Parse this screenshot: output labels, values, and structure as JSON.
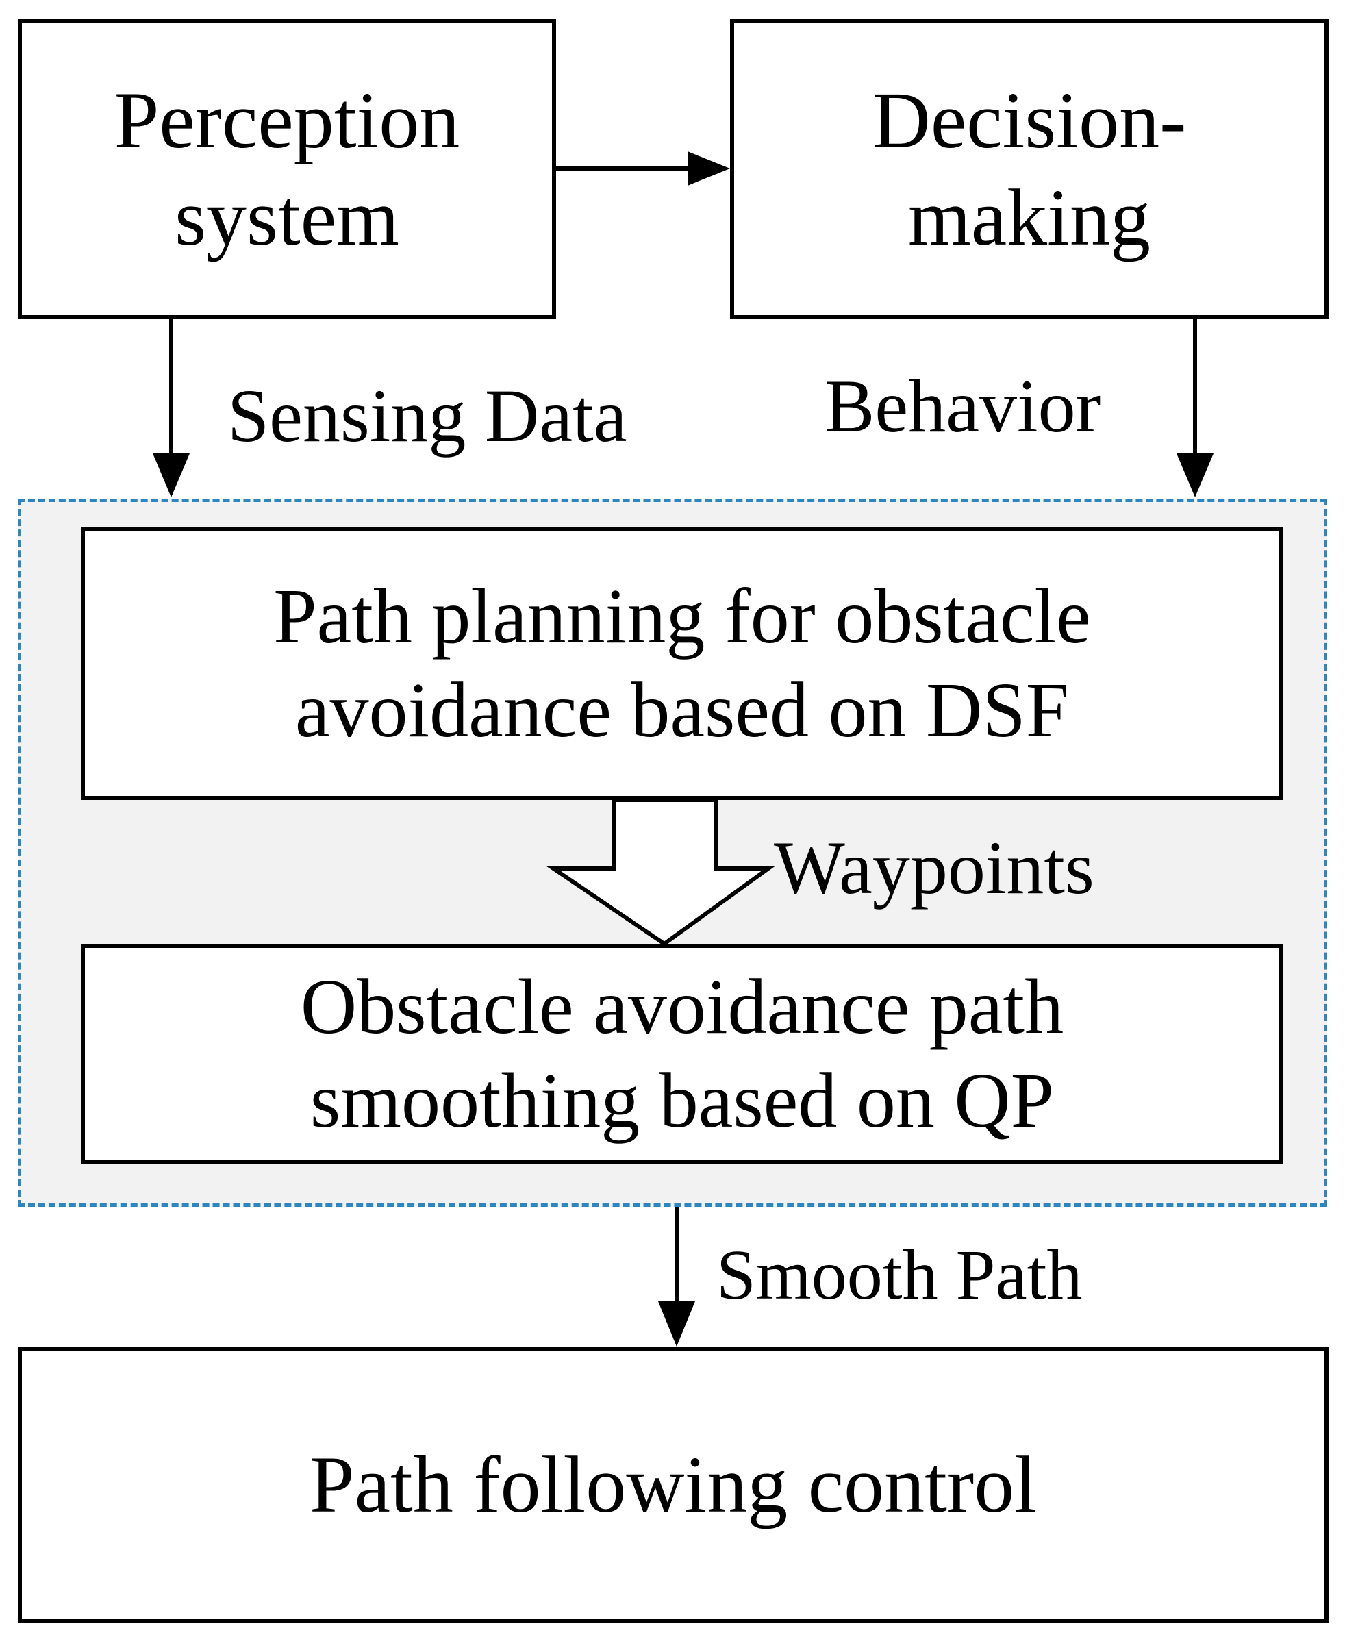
{
  "nodes": {
    "perception": {
      "lines": [
        "Perception",
        "system"
      ]
    },
    "decision": {
      "lines": [
        "Decision-",
        "making"
      ]
    },
    "path_planning": {
      "lines": [
        "Path planning for obstacle",
        "avoidance based on DSF"
      ]
    },
    "smoothing": {
      "lines": [
        "Obstacle avoidance path",
        "smoothing based on QP"
      ]
    },
    "following": {
      "lines": [
        "Path following control"
      ]
    }
  },
  "edges": {
    "perception_to_decision": {
      "from": "perception",
      "to": "decision",
      "label": ""
    },
    "sensing": {
      "from": "perception",
      "to": "planning_group",
      "label": "Sensing Data"
    },
    "behavior": {
      "from": "decision",
      "to": "planning_group",
      "label": "Behavior"
    },
    "waypoints": {
      "from": "path_planning",
      "to": "smoothing",
      "label": "Waypoints"
    },
    "smooth_path": {
      "from": "planning_group",
      "to": "following",
      "label": "Smooth Path"
    }
  },
  "colors": {
    "group_border": "#2e86c1",
    "group_fill": "#f2f2f2"
  }
}
